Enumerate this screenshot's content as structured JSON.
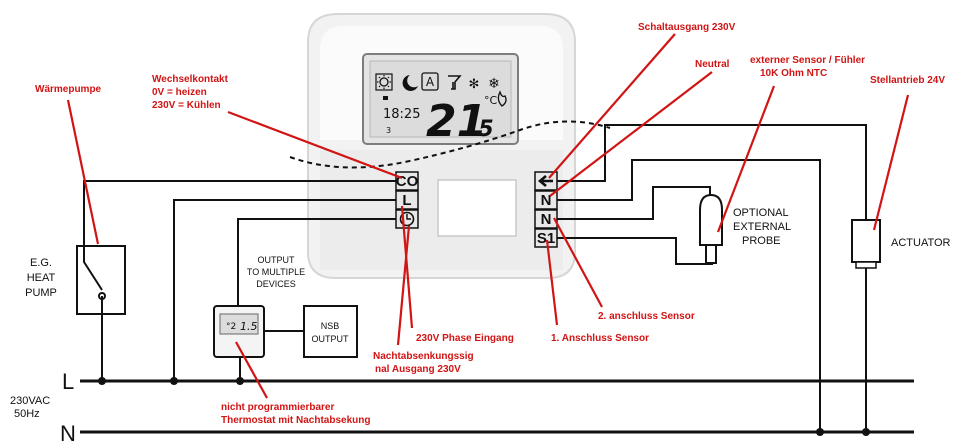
{
  "annotations": {
    "waermepumpe": "Wärmepumpe",
    "wechselkontakt": [
      "Wechselkontakt",
      "0V = heizen",
      "230V = Kühlen"
    ],
    "schaltausgang": "Schaltausgang 230V",
    "neutral": "Neutral",
    "externer_sensor": [
      "externer Sensor / Fühler",
      "10K Ohm NTC"
    ],
    "stellantrieb": "Stellantrieb 24V",
    "zweiter_sensor": "2. anschluss Sensor",
    "erster_sensor": "1. Anschluss Sensor",
    "phase_eingang": "230V Phase Eingang",
    "nachtabsenkung_signal": [
      "Nachtabsenkungssig",
      "nal Ausgang 230V"
    ],
    "nicht_programmierbar": [
      "nicht programmierbarer",
      "Thermostat mit Nachtabsekung"
    ]
  },
  "labels": {
    "heat_pump": [
      "E.G.",
      "HEAT",
      "PUMP"
    ],
    "output_multi": [
      "OUTPUT",
      "TO MULTIPLE",
      "DEVICES"
    ],
    "nsb_output": [
      "NSB",
      "OUTPUT"
    ],
    "optional_probe": [
      "OPTIONAL",
      "EXTERNAL",
      "PROBE"
    ],
    "actuator": "ACTUATOR",
    "supply": [
      "230VAC",
      "50Hz"
    ],
    "line_L": "L",
    "line_N": "N"
  },
  "terminals": {
    "left": [
      "CO",
      "L",
      ""
    ],
    "right": [
      "",
      "N",
      "N",
      "S1"
    ]
  },
  "display": {
    "time": "18:25",
    "day": "3",
    "temp_big": "21",
    "temp_dec": ".5",
    "unit": "°C"
  },
  "colors": {
    "annotation": "#d11414",
    "wire": "#111111",
    "device_body": "#f1f1f1",
    "lcd_bg": "#e2e2e2"
  }
}
